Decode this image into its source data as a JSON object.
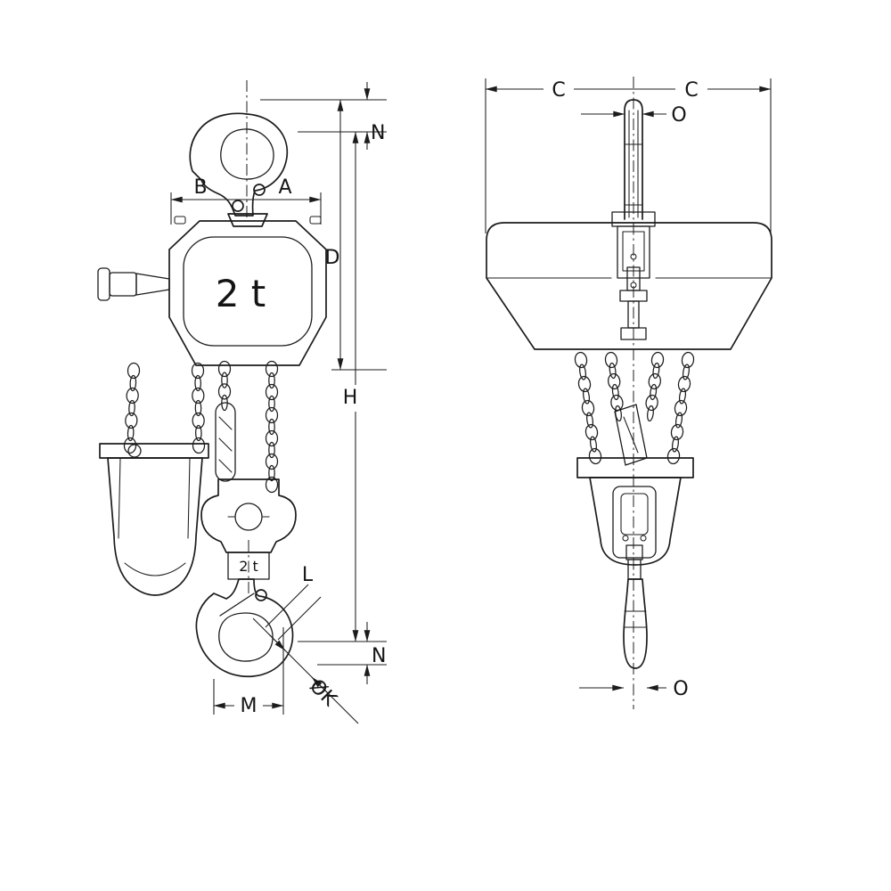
{
  "drawing": {
    "colors": {
      "line": "#1c1c1c",
      "background": "#ffffff"
    },
    "front_view": {
      "body_capacity": "2 t",
      "hook_tag": "2 t",
      "dims": {
        "n_top": "N",
        "b": "B",
        "a": "A",
        "d": "D",
        "h": "H",
        "l": "L",
        "n_bottom": "N",
        "m": "M",
        "k": "ØK"
      }
    },
    "side_view": {
      "dims": {
        "c_left": "C",
        "c_right": "C",
        "o_top": "O",
        "o_bottom": "O"
      }
    }
  }
}
